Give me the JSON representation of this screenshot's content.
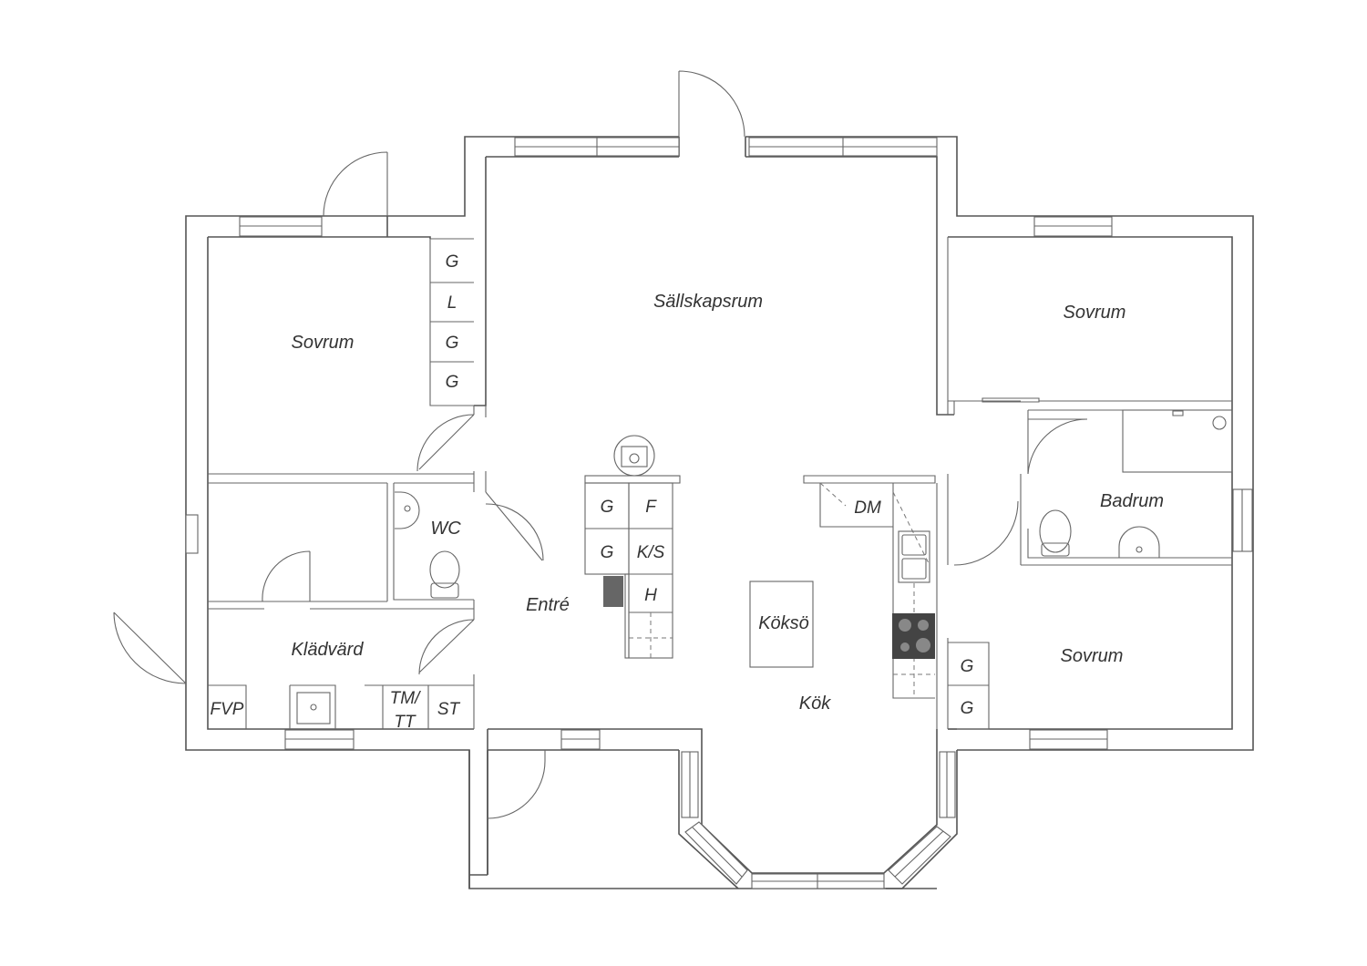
{
  "rooms": {
    "sallskapsrum": "Sällskapsrum",
    "sovrum_nw": "Sovrum",
    "sovrum_ne": "Sovrum",
    "sovrum_se": "Sovrum",
    "badrum": "Badrum",
    "wc": "WC",
    "entre": "Entré",
    "kladvard": "Klädvärd",
    "koksko": "Köksö",
    "kok": "Kök"
  },
  "fixtures": {
    "nw_closet": [
      "G",
      "L",
      "G",
      "G"
    ],
    "island_left": [
      "G",
      "G"
    ],
    "island_right": [
      "F",
      "K/S",
      "H"
    ],
    "dishwasher": "DM",
    "se_closet": [
      "G",
      "G"
    ],
    "fvp": "FVP",
    "tmtt_line1": "TM/",
    "tmtt_line2": "TT",
    "st": "ST"
  }
}
